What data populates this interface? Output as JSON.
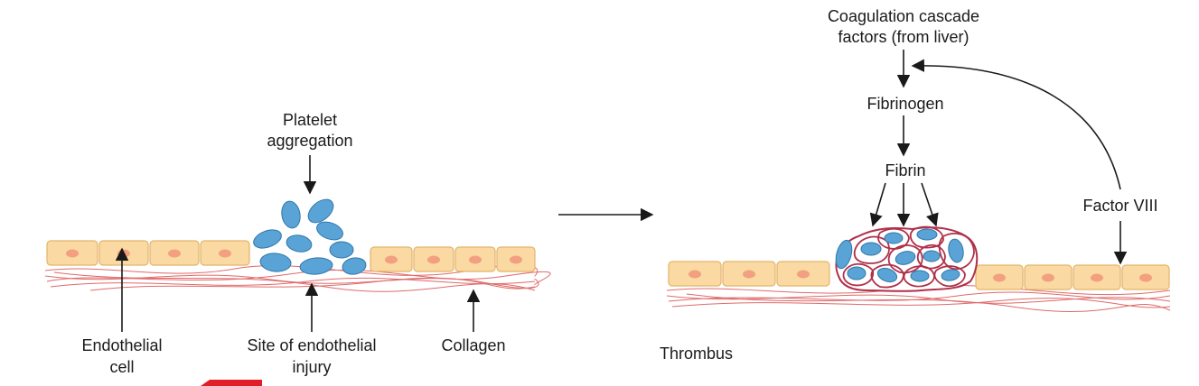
{
  "left_panel": {
    "platelet_label_line1": "Platelet",
    "platelet_label_line2": "aggregation",
    "endothelial_label_line1": "Endothelial",
    "endothelial_label_line2": "cell",
    "injury_label_line1": "Site of endothelial",
    "injury_label_line2": "injury",
    "collagen_label": "Collagen"
  },
  "right_panel": {
    "cascade_label_line1": "Coagulation cascade",
    "cascade_label_line2": "factors (from liver)",
    "fibrinogen_label": "Fibrinogen",
    "fibrin_label": "Fibrin",
    "factor_label": "Factor VIII",
    "thrombus_label": "Thrombus"
  },
  "colors": {
    "endothelial_cell": "#fbd9a2",
    "nucleus": "#f2a07f",
    "collagen": "#e06a6a",
    "platelet": "#5aa3d6",
    "fibrin": "#b0304a"
  }
}
